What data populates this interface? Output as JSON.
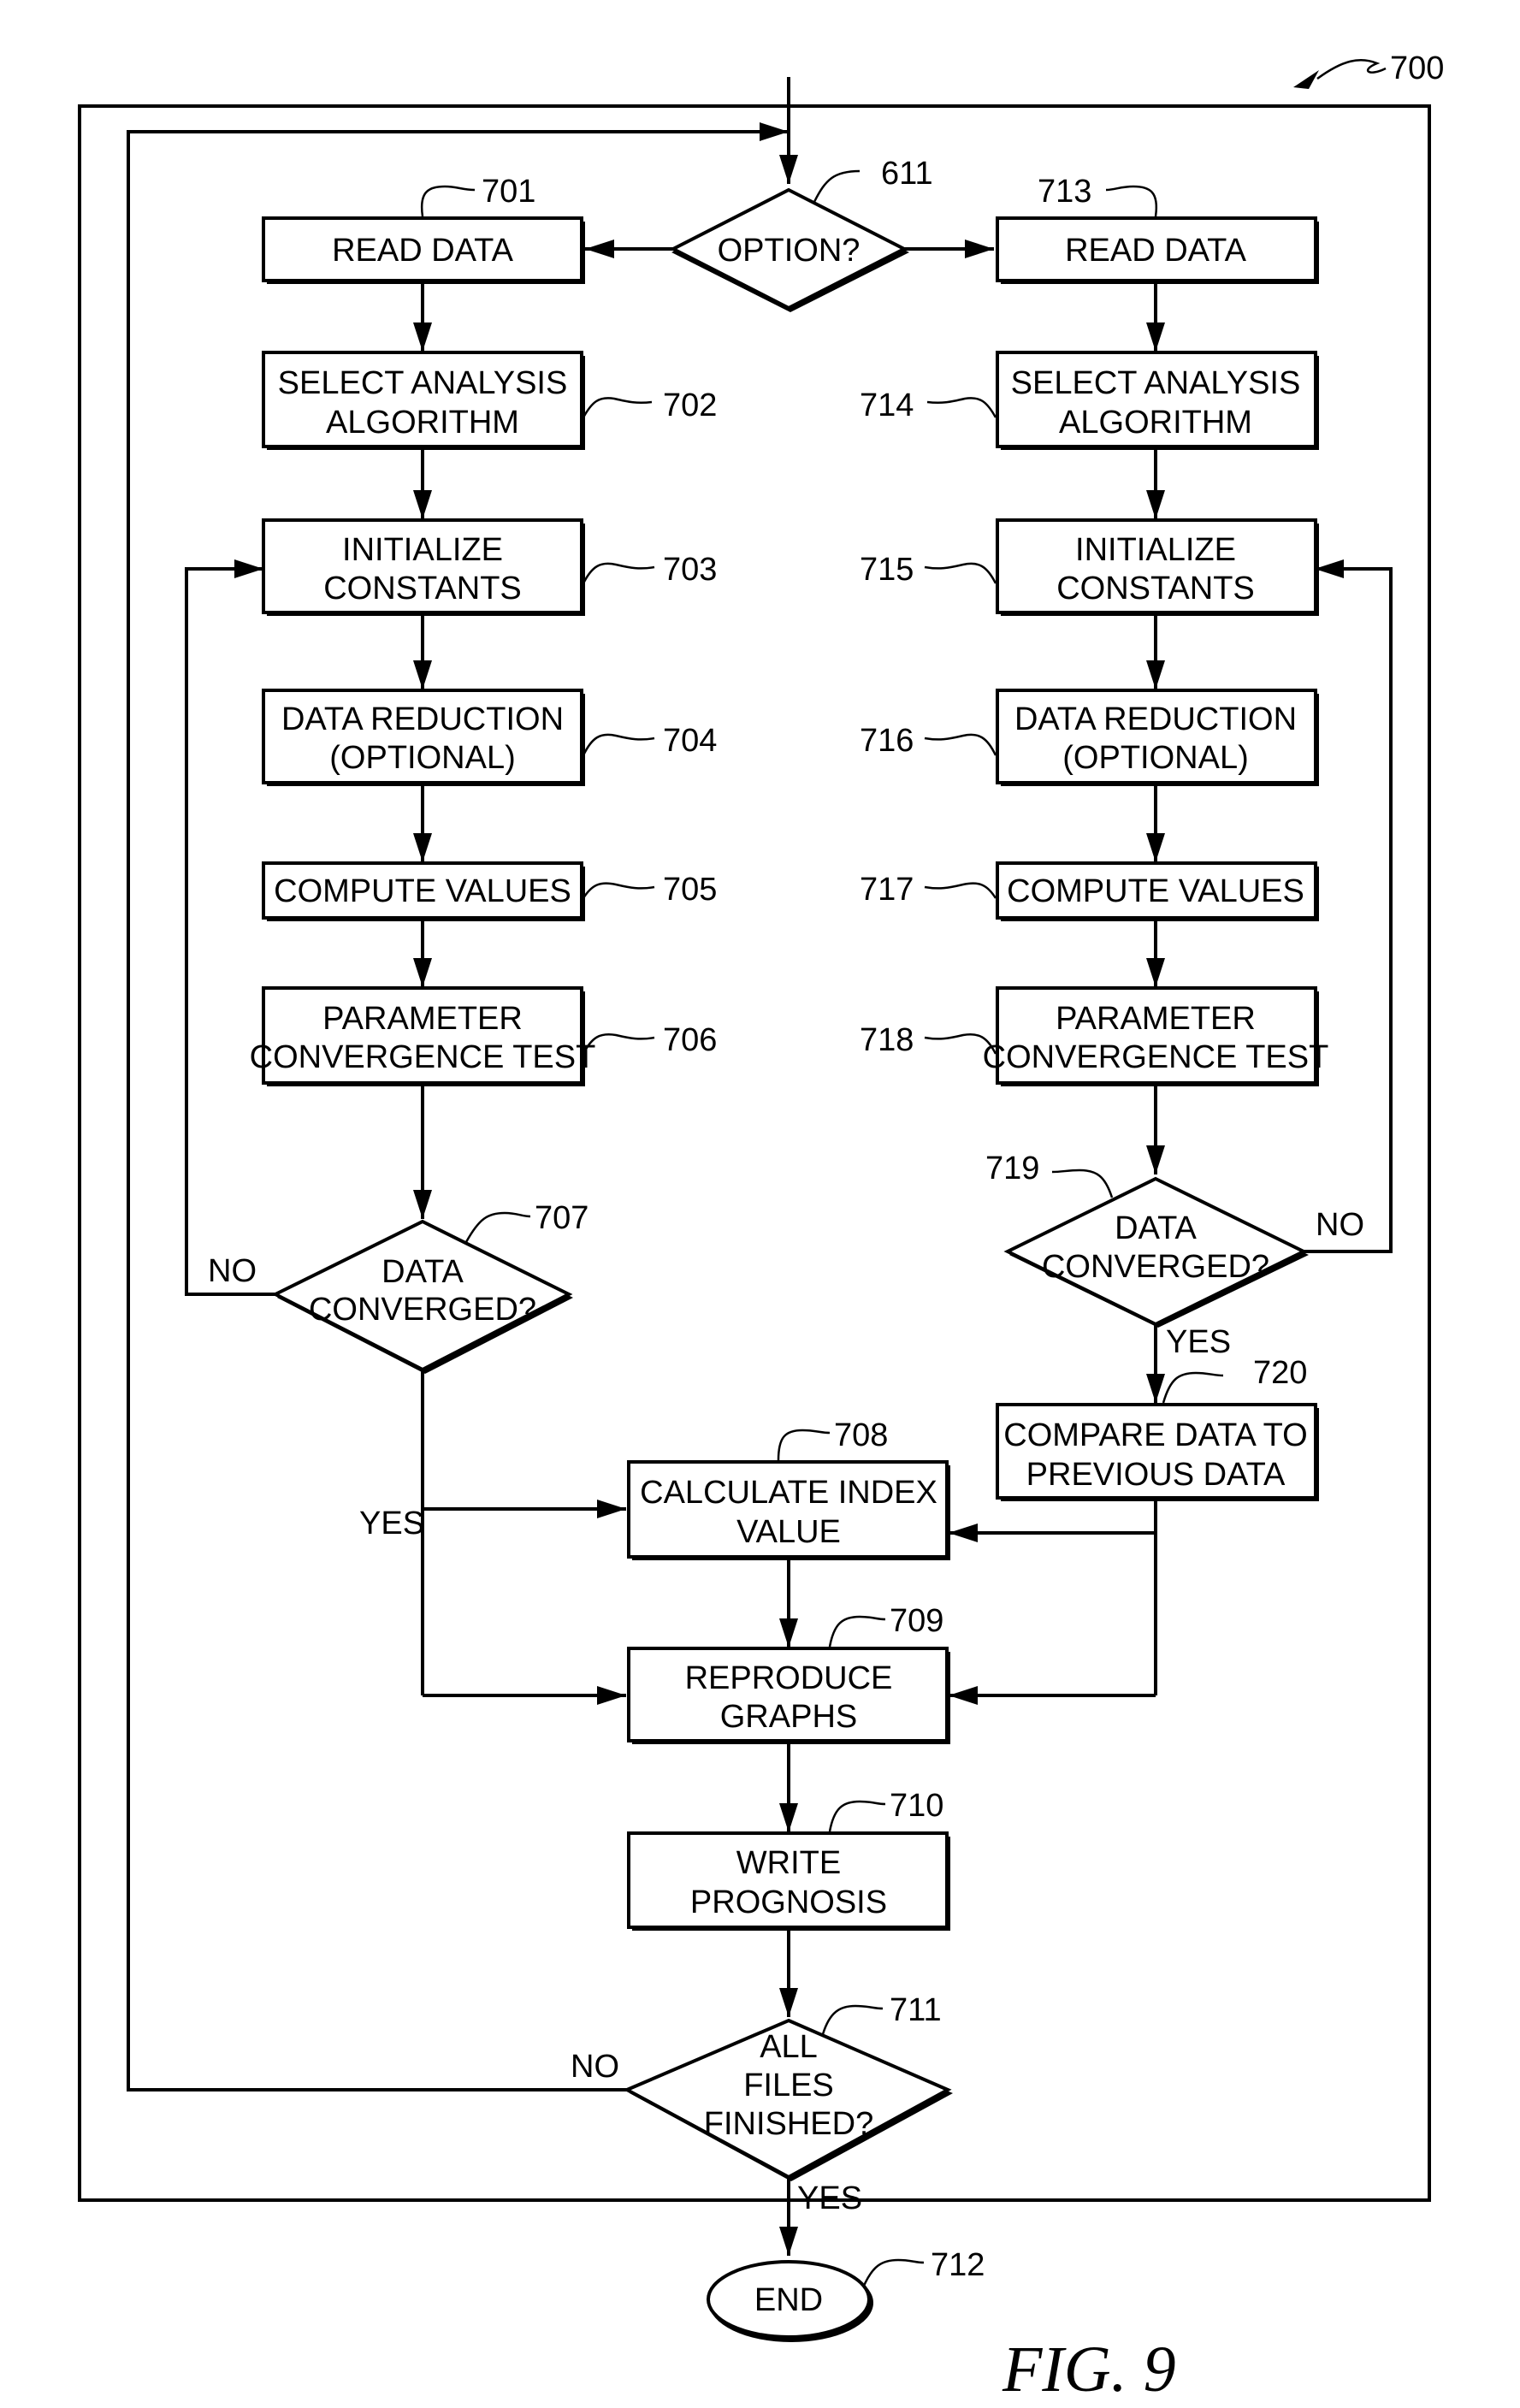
{
  "figure": {
    "ref_main": "700",
    "caption": "FIG. 9"
  },
  "nodes": {
    "n611": {
      "ref": "611",
      "lines": [
        "OPTION?"
      ]
    },
    "n701": {
      "ref": "701",
      "lines": [
        "READ DATA"
      ]
    },
    "n702": {
      "ref": "702",
      "lines": [
        "SELECT ANALYSIS",
        "ALGORITHM"
      ]
    },
    "n703": {
      "ref": "703",
      "lines": [
        "INITIALIZE",
        "CONSTANTS"
      ]
    },
    "n704": {
      "ref": "704",
      "lines": [
        "DATA REDUCTION",
        "(OPTIONAL)"
      ]
    },
    "n705": {
      "ref": "705",
      "lines": [
        "COMPUTE VALUES"
      ]
    },
    "n706": {
      "ref": "706",
      "lines": [
        "PARAMETER",
        "CONVERGENCE TEST"
      ]
    },
    "n707": {
      "ref": "707",
      "lines": [
        "DATA",
        "CONVERGED?"
      ]
    },
    "n708": {
      "ref": "708",
      "lines": [
        "CALCULATE INDEX",
        "VALUE"
      ]
    },
    "n709": {
      "ref": "709",
      "lines": [
        "REPRODUCE",
        "GRAPHS"
      ]
    },
    "n710": {
      "ref": "710",
      "lines": [
        "WRITE",
        "PROGNOSIS"
      ]
    },
    "n711": {
      "ref": "711",
      "lines": [
        "ALL",
        "FILES",
        "FINISHED?"
      ]
    },
    "n712": {
      "ref": "712",
      "lines": [
        "END"
      ]
    },
    "n713": {
      "ref": "713",
      "lines": [
        "READ DATA"
      ]
    },
    "n714": {
      "ref": "714",
      "lines": [
        "SELECT ANALYSIS",
        "ALGORITHM"
      ]
    },
    "n715": {
      "ref": "715",
      "lines": [
        "INITIALIZE",
        "CONSTANTS"
      ]
    },
    "n716": {
      "ref": "716",
      "lines": [
        "DATA REDUCTION",
        "(OPTIONAL)"
      ]
    },
    "n717": {
      "ref": "717",
      "lines": [
        "COMPUTE VALUES"
      ]
    },
    "n718": {
      "ref": "718",
      "lines": [
        "PARAMETER",
        "CONVERGENCE TEST"
      ]
    },
    "n719": {
      "ref": "719",
      "lines": [
        "DATA",
        "CONVERGED?"
      ]
    },
    "n720": {
      "ref": "720",
      "lines": [
        "COMPARE DATA TO",
        "PREVIOUS DATA"
      ]
    }
  },
  "edge_labels": {
    "no_707": "NO",
    "yes_707": "YES",
    "no_719": "NO",
    "yes_719": "YES",
    "no_711": "NO",
    "yes_711": "YES"
  }
}
